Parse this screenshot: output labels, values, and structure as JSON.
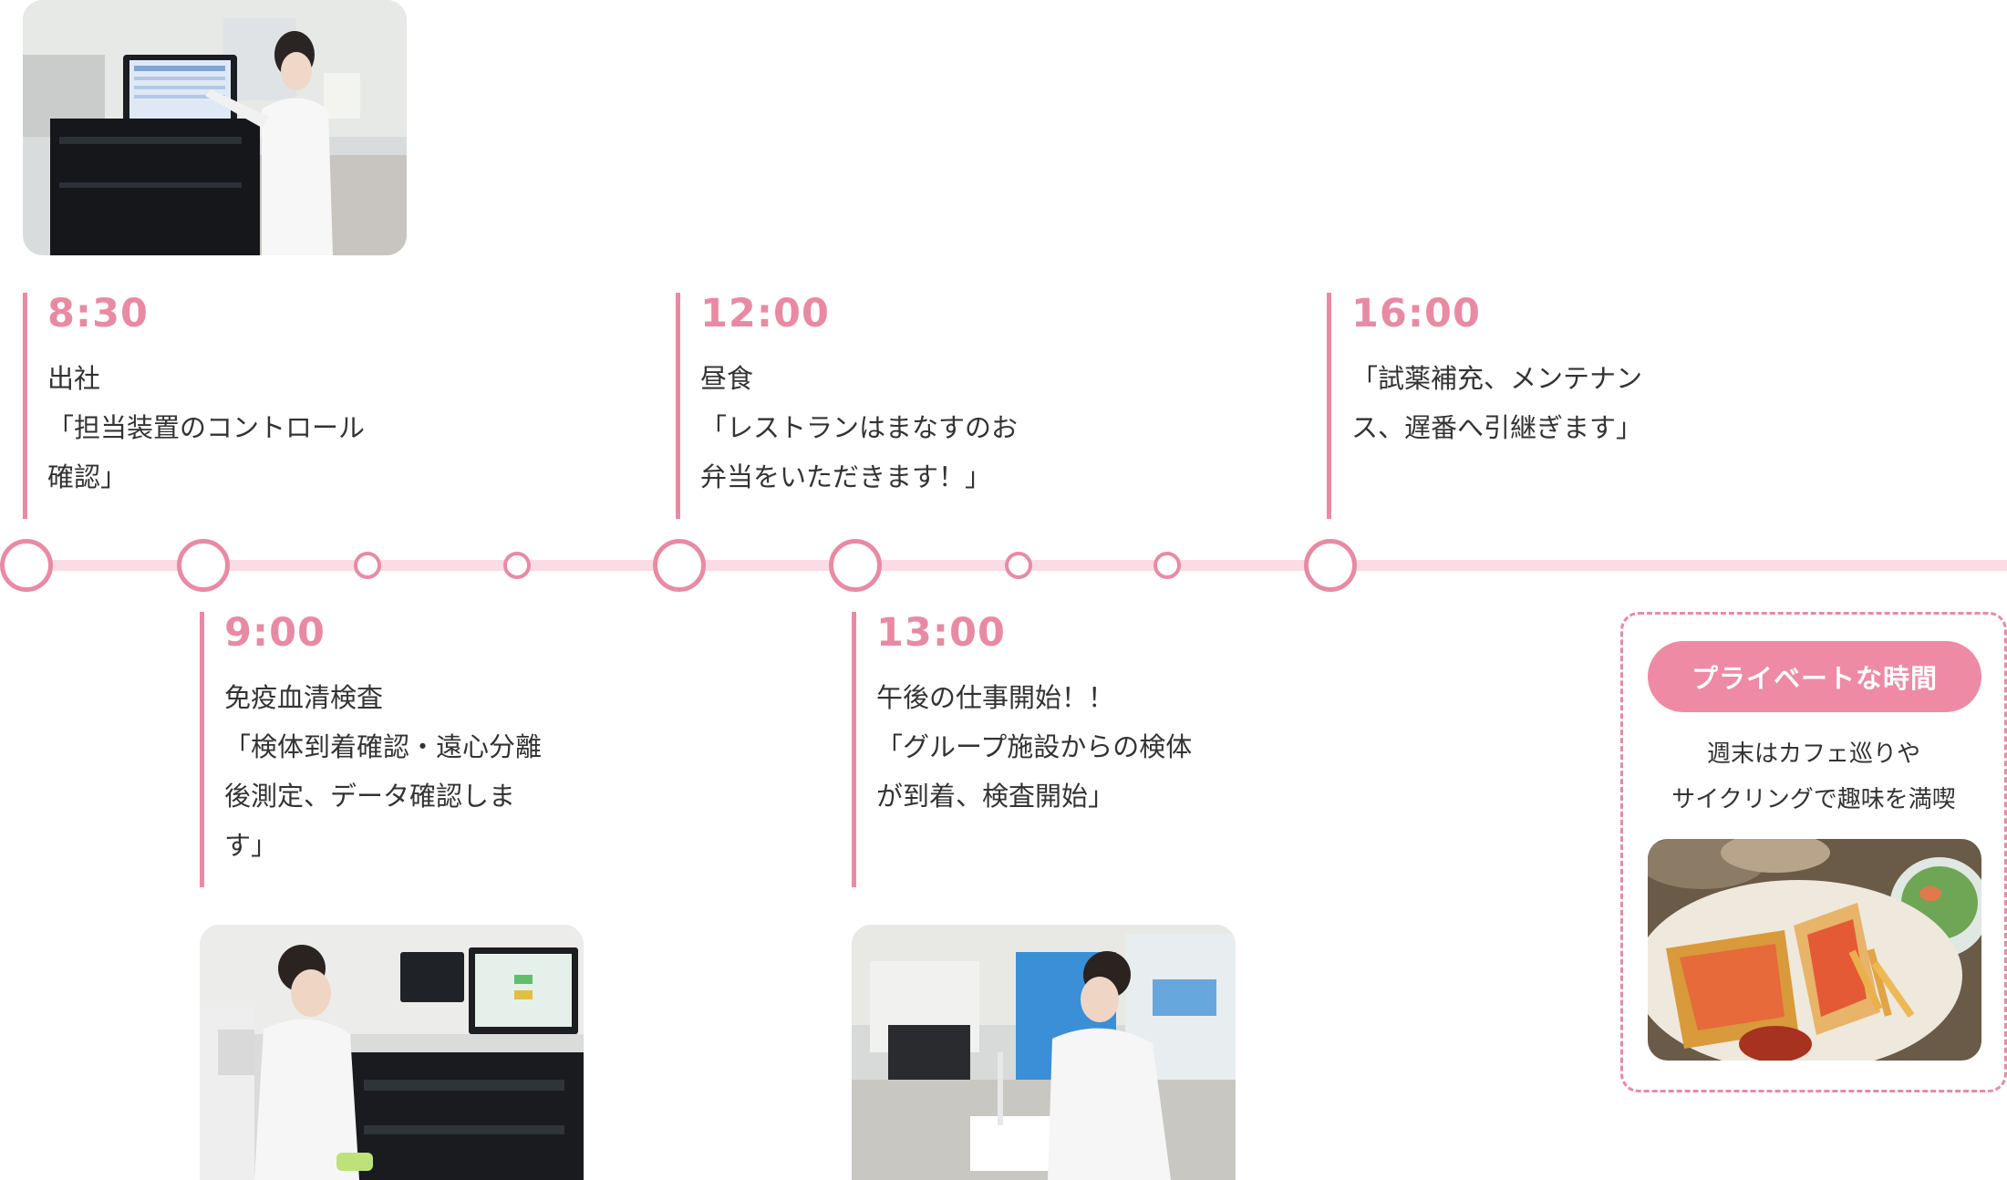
{
  "timeline": {
    "entries": [
      {
        "time": "8:30",
        "description": "出社\n「担当装置のコントロール\n確認」",
        "photo_icon": "analyzer-touchscreen-photo"
      },
      {
        "time": "9:00",
        "description": "免疫血清検査\n「検体到着確認・遠心分離\n後測定、データ確認しま\nす」",
        "photo_icon": "analyzer-operation-photo"
      },
      {
        "time": "12:00",
        "description": "昼食\n「レストランはまなすのお\n弁当をいただきます！」"
      },
      {
        "time": "13:00",
        "description": "午後の仕事開始！！\n「グループ施設からの検体\nが到着、検査開始」",
        "photo_icon": "pipetting-photo"
      },
      {
        "time": "16:00",
        "description": "「試薬補充、メンテナン\nス、遅番へ引継ぎます」"
      }
    ]
  },
  "private": {
    "badge": "プライベートな時間",
    "description": "週末はカフェ巡りや\nサイクリングで趣味を満喫",
    "photo_icon": "cafe-food-photo"
  },
  "colors": {
    "accent": "#e98aa3",
    "line": "#fadce4",
    "badge": "#ef8aa4",
    "text": "#333333"
  }
}
